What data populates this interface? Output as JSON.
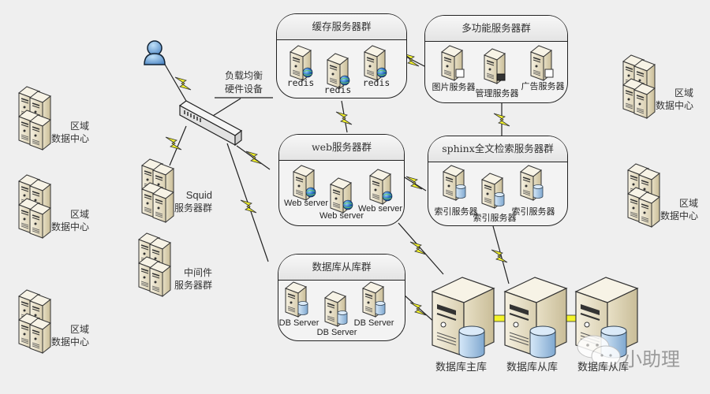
{
  "diagram": {
    "user": {
      "icon": "user-icon"
    },
    "load_balancer": {
      "label_line1": "负载均衡",
      "label_line2": "硬件设备"
    },
    "squid": {
      "label_line1": "Squid",
      "label_line2": "服务器群"
    },
    "middleware": {
      "label_line1": "中间件",
      "label_line2": "服务器群"
    },
    "regional_dc": [
      {
        "line1": "区域",
        "line2": "数据中心"
      },
      {
        "line1": "区域",
        "line2": "数据中心"
      },
      {
        "line1": "区域",
        "line2": "数据中心"
      },
      {
        "line1": "区域",
        "line2": "数据中心"
      },
      {
        "line1": "区域",
        "line2": "数据中心"
      }
    ],
    "groups": {
      "cache": {
        "title": "缓存服务器群",
        "nodes": [
          "redis",
          "redis",
          "redis"
        ]
      },
      "multi": {
        "title": "多功能服务器群",
        "nodes": [
          "图片服务器",
          "管理服务器",
          "广告服务器"
        ]
      },
      "web": {
        "title": "web服务器群",
        "nodes": [
          "Web server",
          "Web server",
          "Web server"
        ]
      },
      "sphinx": {
        "title": "sphinx全文检索服务器群",
        "nodes": [
          "索引服务器",
          "索引服务器",
          "索引服务器"
        ]
      },
      "dbslave": {
        "title": "数据库从库群",
        "nodes": [
          "DB Server",
          "DB Server",
          "DB Server"
        ]
      }
    },
    "databases": [
      "数据库主库",
      "数据库从库",
      "数据库从库"
    ],
    "watermark": "小助理",
    "colors": {
      "bolt": "#f4f42a",
      "server_body": "#ece4cc",
      "db_cylinder": "#a8c8e8",
      "background": "#efefef"
    }
  }
}
